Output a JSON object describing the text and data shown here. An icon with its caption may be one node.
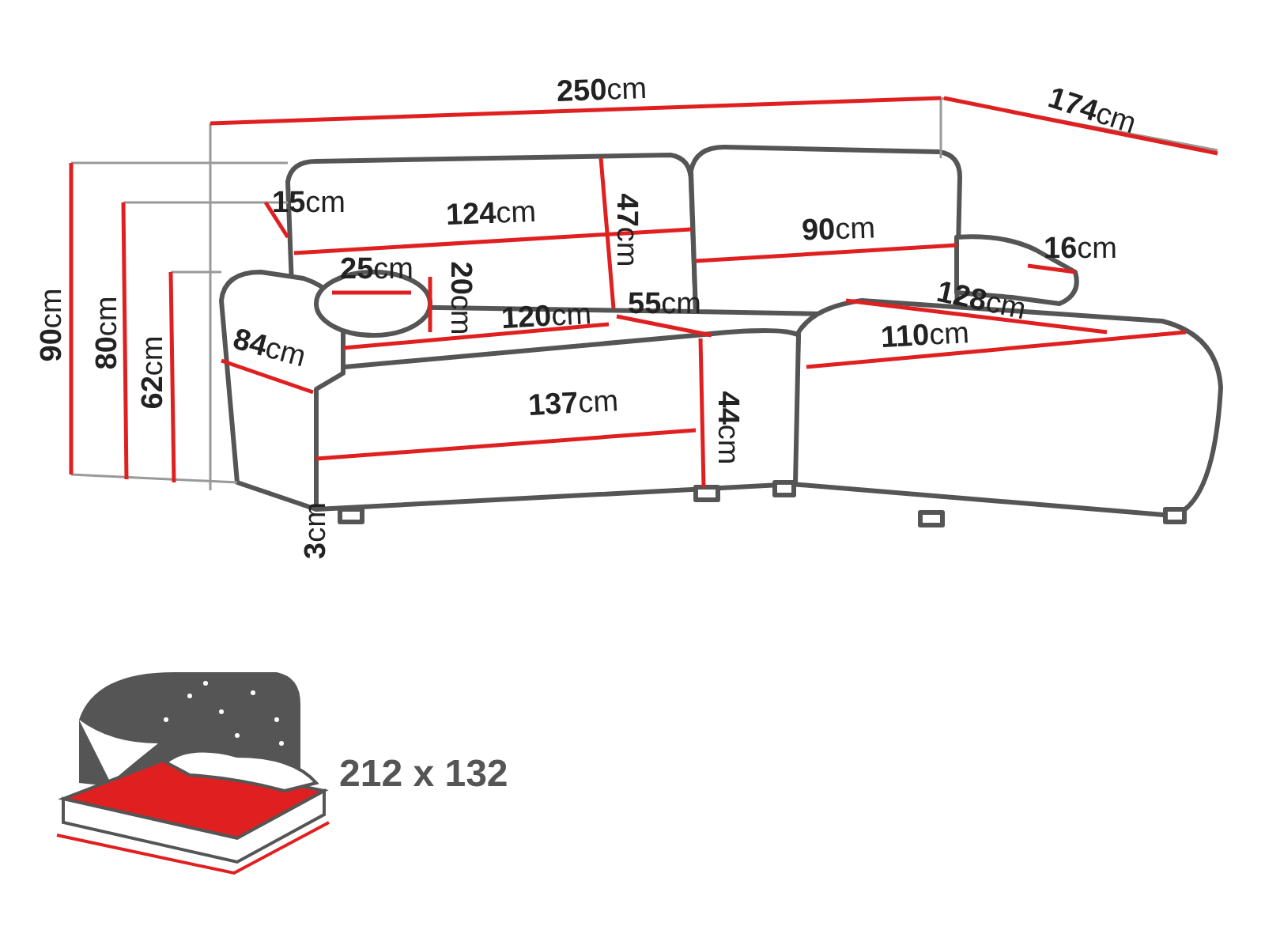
{
  "diagram": {
    "labels": [
      "**250**cm",
      "**174**cm",
      "**15**cm",
      "**124**cm",
      "**47**cm",
      "**90**cm",
      "**16**cm",
      "**90**cm",
      "**80**cm",
      "**62**cm",
      "**25**cm",
      "**20**cm",
      "**120**cm",
      "**55**cm",
      "**128**cm",
      "**110**cm",
      "**84**cm",
      "**137**cm",
      "**44**cm",
      "**3**cm",
      "**212 x 132**"
    ]
  }
}
